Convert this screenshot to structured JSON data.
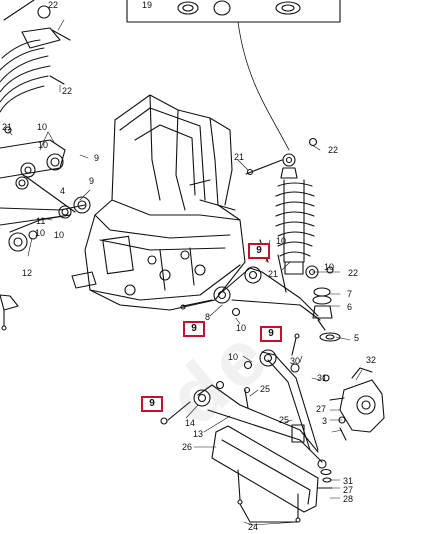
{
  "watermark": "de",
  "labels": {
    "c22_top": "22",
    "c19": "19",
    "c22_spring": "22",
    "c10_left_a": "10",
    "c9_left_a": "9",
    "c21_left": "21",
    "c10_left_b": "10",
    "c4": "4",
    "c9_left_b": "9",
    "c11": "11",
    "c10_left_c": "10",
    "c10_left_d": "10",
    "c12": "12",
    "c21_frame": "21",
    "c22_shock": "22",
    "c10_frame": "10",
    "c21_mid": "21",
    "c10_right": "10",
    "c22_right": "22",
    "c7": "7",
    "c6": "6",
    "c8": "8",
    "c10_mid": "10",
    "c5": "5",
    "c10_lower": "10",
    "c30": "30",
    "c31_top": "31",
    "c32": "32",
    "c25_a": "25",
    "c14": "14",
    "c13": "13",
    "c27_top": "27",
    "c3": "3",
    "c26": "26",
    "c25_b": "25",
    "c31_bot": "31",
    "c27_bot": "27",
    "c28": "28",
    "c24": "24"
  },
  "highlights": {
    "h9_upper": "9",
    "h9_left": "9",
    "h9_right": "9",
    "h9_lower": "9"
  }
}
